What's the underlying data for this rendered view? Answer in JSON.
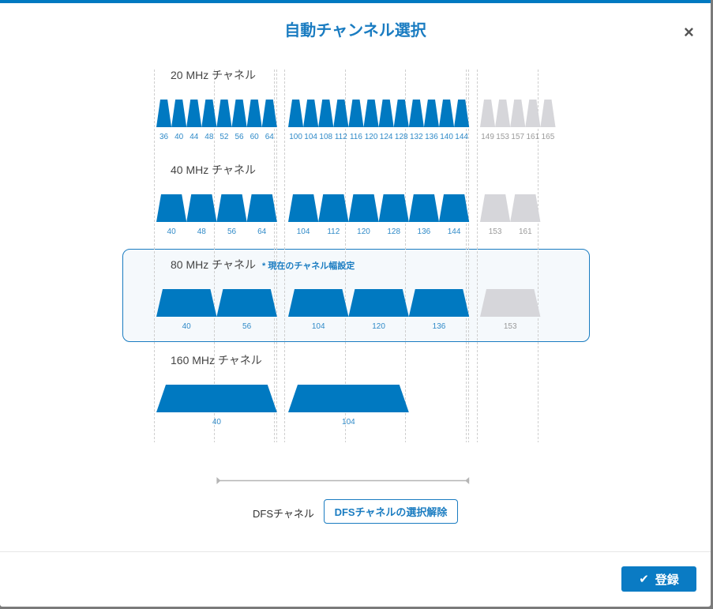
{
  "dialog": {
    "title": "自動チャンネル選択",
    "close_icon": "×",
    "dfs_label": "DFSチャネル",
    "dfs_deselect_button": "DFSチャネルの選択解除",
    "save_button": "登録",
    "current_width_note": "* 現在のチャネル幅設定"
  },
  "colors": {
    "accent": "#0079c1",
    "disabled": "#d6d6da",
    "label_enabled": "#2f8ac8",
    "label_disabled": "#9a9a9a"
  },
  "chart_data": {
    "type": "channel-map",
    "highlighted_row": "80 MHz チャネル",
    "dfs_range_channels": [
      52,
      144
    ],
    "rows": [
      {
        "label": "20 MHz チャネル",
        "width_mhz": 20,
        "blocks": [
          {
            "label": "36",
            "first": 36,
            "enabled": true
          },
          {
            "label": "40",
            "first": 40,
            "enabled": true
          },
          {
            "label": "44",
            "first": 44,
            "enabled": true
          },
          {
            "label": "48",
            "first": 48,
            "enabled": true
          },
          {
            "label": "52",
            "first": 52,
            "enabled": true
          },
          {
            "label": "56",
            "first": 56,
            "enabled": true
          },
          {
            "label": "60",
            "first": 60,
            "enabled": true
          },
          {
            "label": "64",
            "first": 64,
            "enabled": true
          },
          {
            "label": "100",
            "first": 100,
            "enabled": true
          },
          {
            "label": "104",
            "first": 104,
            "enabled": true
          },
          {
            "label": "108",
            "first": 108,
            "enabled": true
          },
          {
            "label": "112",
            "first": 112,
            "enabled": true
          },
          {
            "label": "116",
            "first": 116,
            "enabled": true
          },
          {
            "label": "120",
            "first": 120,
            "enabled": true
          },
          {
            "label": "124",
            "first": 124,
            "enabled": true
          },
          {
            "label": "128",
            "first": 128,
            "enabled": true
          },
          {
            "label": "132",
            "first": 132,
            "enabled": true
          },
          {
            "label": "136",
            "first": 136,
            "enabled": true
          },
          {
            "label": "140",
            "first": 140,
            "enabled": true
          },
          {
            "label": "144",
            "first": 144,
            "enabled": true
          },
          {
            "label": "149",
            "first": 149,
            "enabled": false
          },
          {
            "label": "153",
            "first": 153,
            "enabled": false
          },
          {
            "label": "157",
            "first": 157,
            "enabled": false
          },
          {
            "label": "161",
            "first": 161,
            "enabled": false
          },
          {
            "label": "165",
            "first": 165,
            "enabled": false
          }
        ]
      },
      {
        "label": "40 MHz チャネル",
        "width_mhz": 40,
        "blocks": [
          {
            "label": "40",
            "first": 36,
            "enabled": true
          },
          {
            "label": "48",
            "first": 44,
            "enabled": true
          },
          {
            "label": "56",
            "first": 52,
            "enabled": true
          },
          {
            "label": "64",
            "first": 60,
            "enabled": true
          },
          {
            "label": "104",
            "first": 100,
            "enabled": true
          },
          {
            "label": "112",
            "first": 108,
            "enabled": true
          },
          {
            "label": "120",
            "first": 116,
            "enabled": true
          },
          {
            "label": "128",
            "first": 124,
            "enabled": true
          },
          {
            "label": "136",
            "first": 132,
            "enabled": true
          },
          {
            "label": "144",
            "first": 140,
            "enabled": true
          },
          {
            "label": "153",
            "first": 149,
            "enabled": false
          },
          {
            "label": "161",
            "first": 157,
            "enabled": false
          }
        ]
      },
      {
        "label": "80 MHz チャネル",
        "width_mhz": 80,
        "blocks": [
          {
            "label": "40",
            "first": 36,
            "enabled": true
          },
          {
            "label": "56",
            "first": 52,
            "enabled": true
          },
          {
            "label": "104",
            "first": 100,
            "enabled": true
          },
          {
            "label": "120",
            "first": 116,
            "enabled": true
          },
          {
            "label": "136",
            "first": 132,
            "enabled": true
          },
          {
            "label": "153",
            "first": 149,
            "enabled": false
          }
        ]
      },
      {
        "label": "160 MHz チャネル",
        "width_mhz": 160,
        "blocks": [
          {
            "label": "40",
            "first": 36,
            "enabled": true
          },
          {
            "label": "104",
            "first": 100,
            "enabled": true
          }
        ]
      }
    ]
  }
}
